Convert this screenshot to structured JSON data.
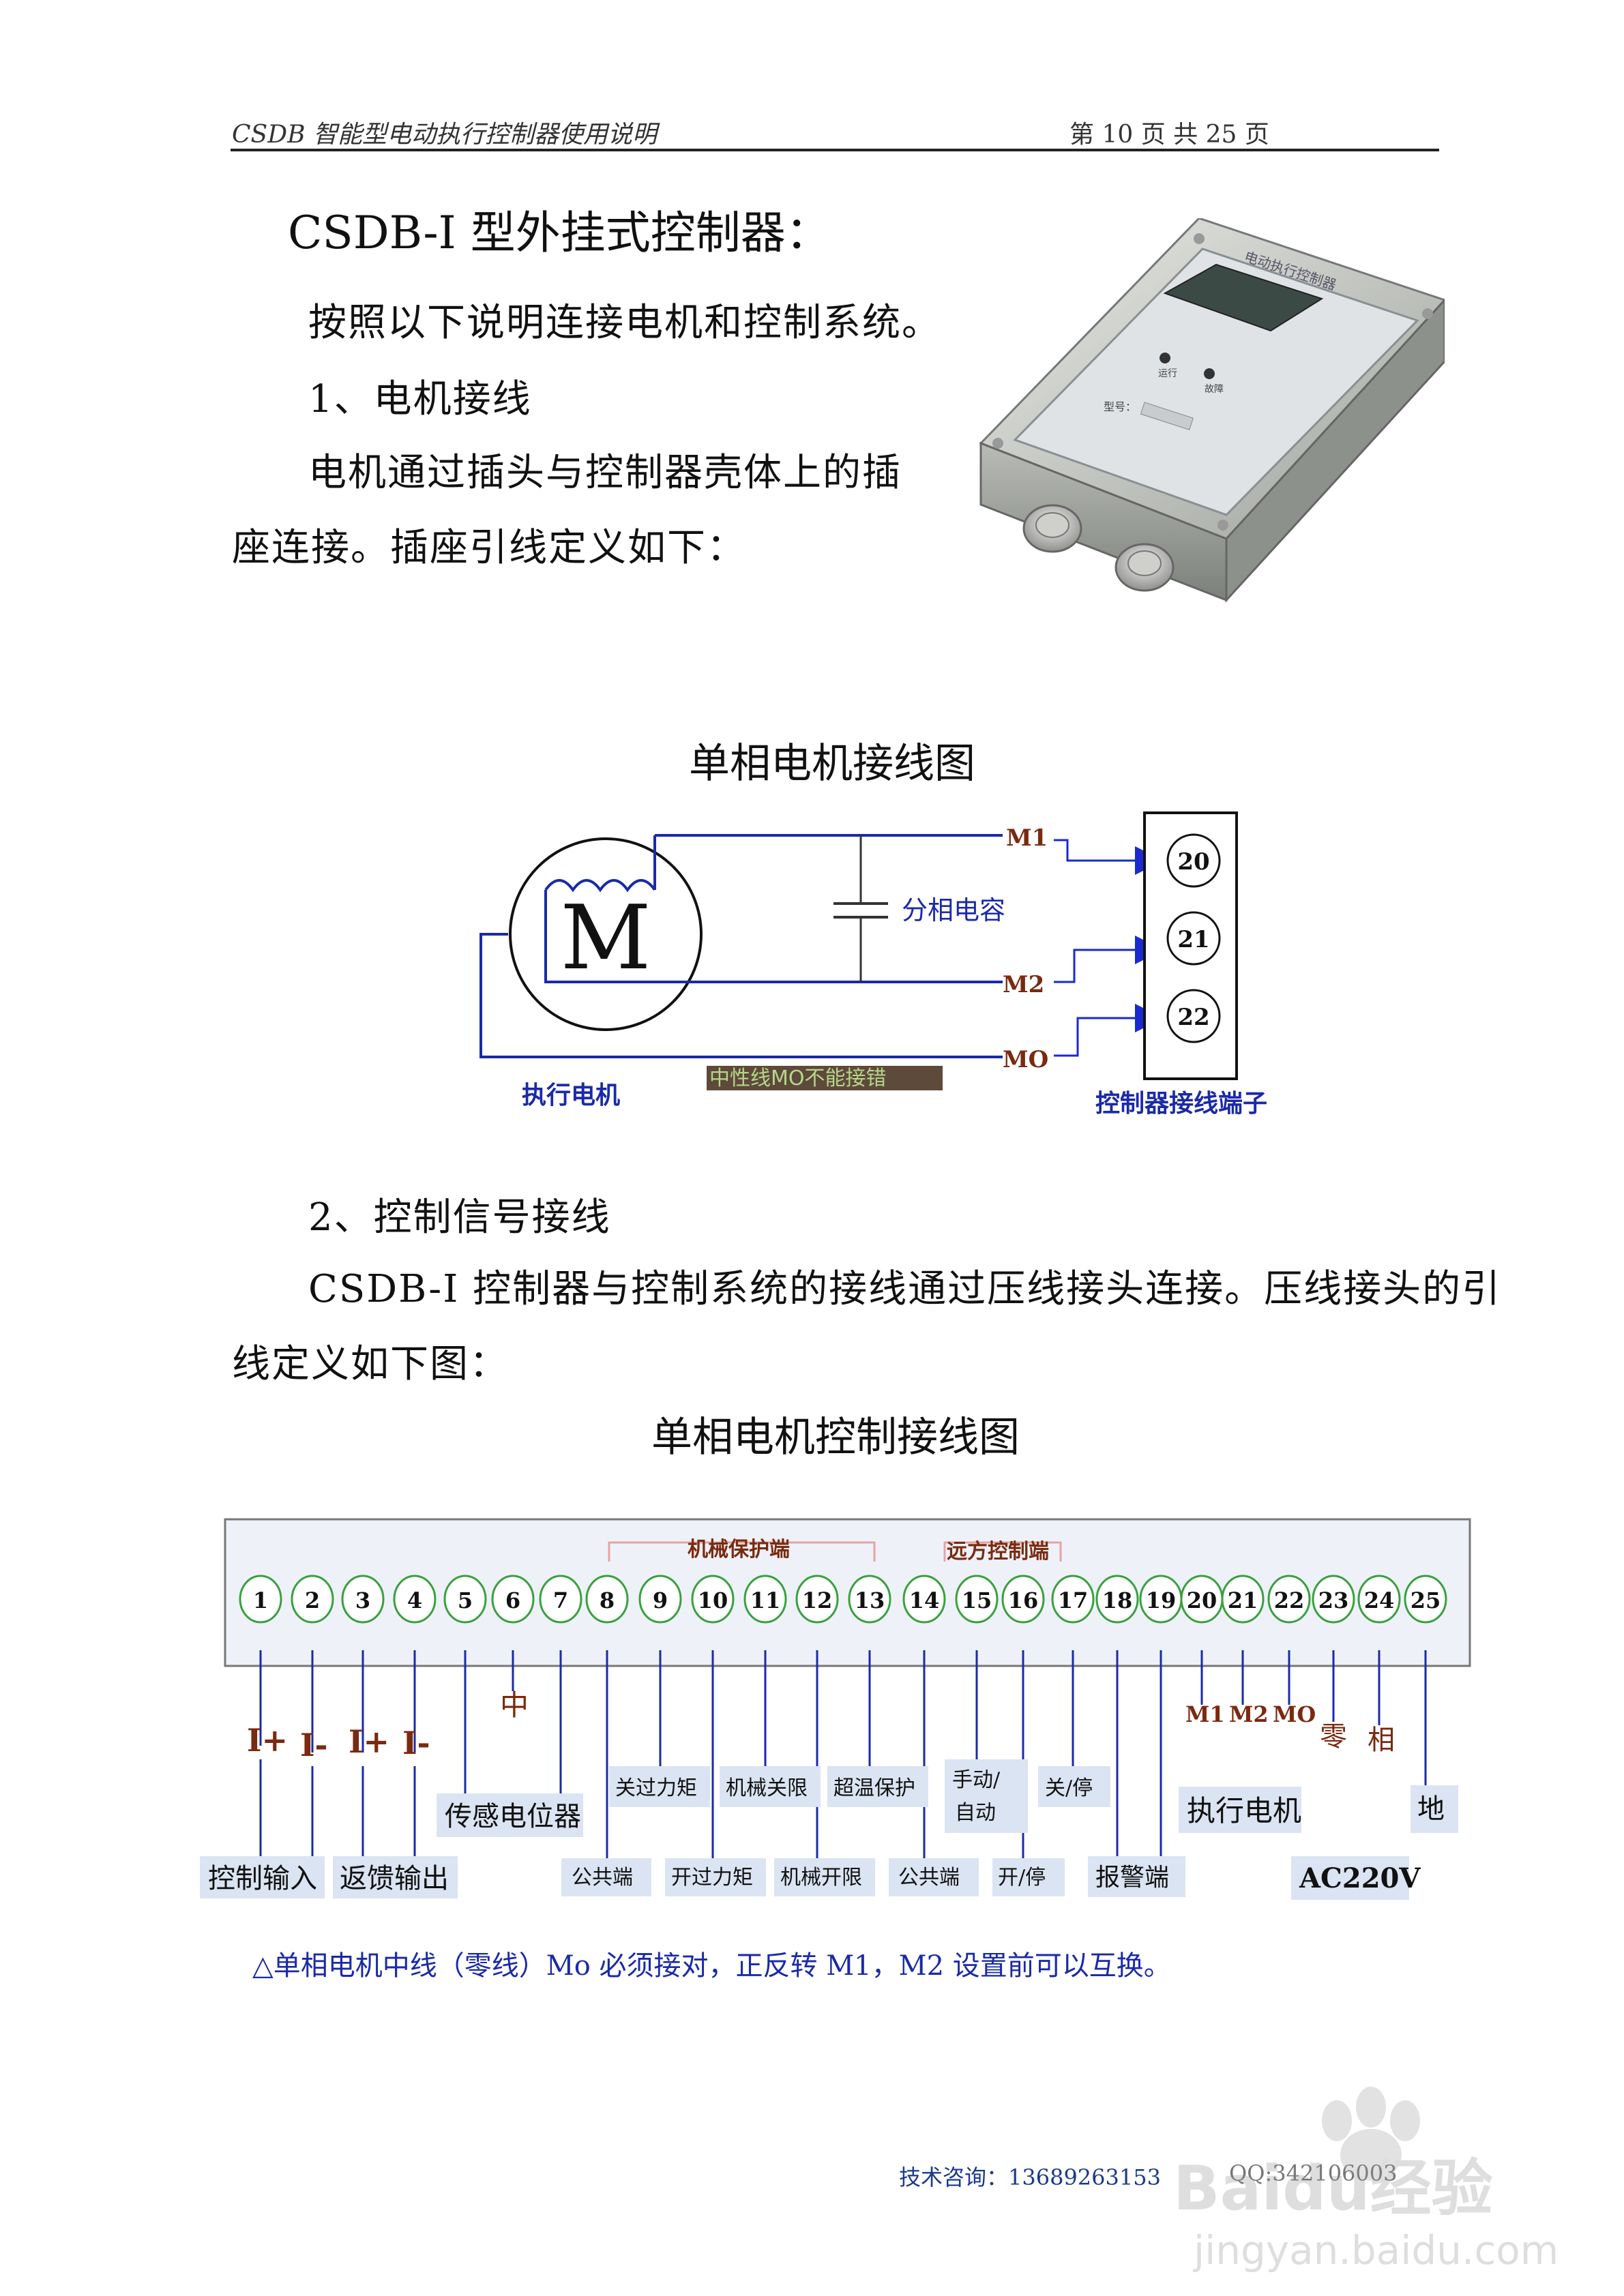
{
  "header": {
    "left_title": "CSDB 智能型电动执行控制器使用说明",
    "page_info": "第 10 页 共 25 页"
  },
  "section_title": "CSDB-I 型外挂式控制器：",
  "intro": "按照以下说明连接电机和控制系统。",
  "step1": {
    "heading": "1、电机接线",
    "line1": "电机通过插头与控制器壳体上的插",
    "line2": "座连接。插座引线定义如下："
  },
  "device_photo": {
    "panel_title": "电动执行控制器",
    "led1": "运行",
    "led2": "故障",
    "serial_label": "型号："
  },
  "motor_diagram": {
    "title": "单相电机接线图",
    "motor_letter": "M",
    "capacitor_label": "分相电容",
    "wires": [
      "M1",
      "M2",
      "MO"
    ],
    "terminals": [
      "20",
      "21",
      "22"
    ],
    "motor_label": "执行电机",
    "warning_tag": "中性线MO不能接错",
    "terminal_block_label": "控制器接线端子",
    "colors": {
      "wire": "#1a2aa8",
      "label_brown": "#7a2a10",
      "arrow": "#1a2ad0"
    }
  },
  "step2": {
    "heading": "2、控制信号接线",
    "line1": "CSDB-I 控制器与控制系统的接线通过压线接头连接。压线接头的引",
    "line2": "线定义如下图："
  },
  "control_diagram": {
    "title": "单相电机控制接线图",
    "group_mech": "机械保护端",
    "group_remote": "远方控制端",
    "terminals": [
      "1",
      "2",
      "3",
      "4",
      "5",
      "6",
      "7",
      "8",
      "9",
      "10",
      "11",
      "12",
      "13",
      "14",
      "15",
      "16",
      "17",
      "18",
      "19",
      "20",
      "21",
      "22",
      "23",
      "24",
      "25"
    ],
    "signals": {
      "t1": "I+",
      "t2": "I-",
      "t3": "I+",
      "t4": "I-",
      "t6": "中",
      "t20": "M1",
      "t21": "M2",
      "t22": "MO",
      "t23": "零",
      "t24": "相"
    },
    "labels": {
      "control_input": "控制输入",
      "feedback_output": "返馈输出",
      "sensor": "传感电位器",
      "common1": "公共端",
      "close_torque": "关过力矩",
      "open_torque": "开过力矩",
      "mech_close": "机械关限",
      "mech_open": "机械开限",
      "over_temp": "超温保护",
      "common2": "公共端",
      "manual_auto_1": "手动/",
      "manual_auto_2": "自动",
      "open_stop": "开/停",
      "close_stop": "关/停",
      "alarm": "报警端",
      "actuator_motor": "执行电机",
      "ac": "AC220V",
      "ground": "地"
    }
  },
  "note": "△单相电机中线（零线）Mo 必须接对，正反转 M1，M2 设置前可以互换。",
  "footer": {
    "contact": "技术咨询：13689263153",
    "qq": "QQ:342106003"
  },
  "watermark": {
    "brand": "Baidu经验",
    "url": "jingyan.baidu.com"
  }
}
